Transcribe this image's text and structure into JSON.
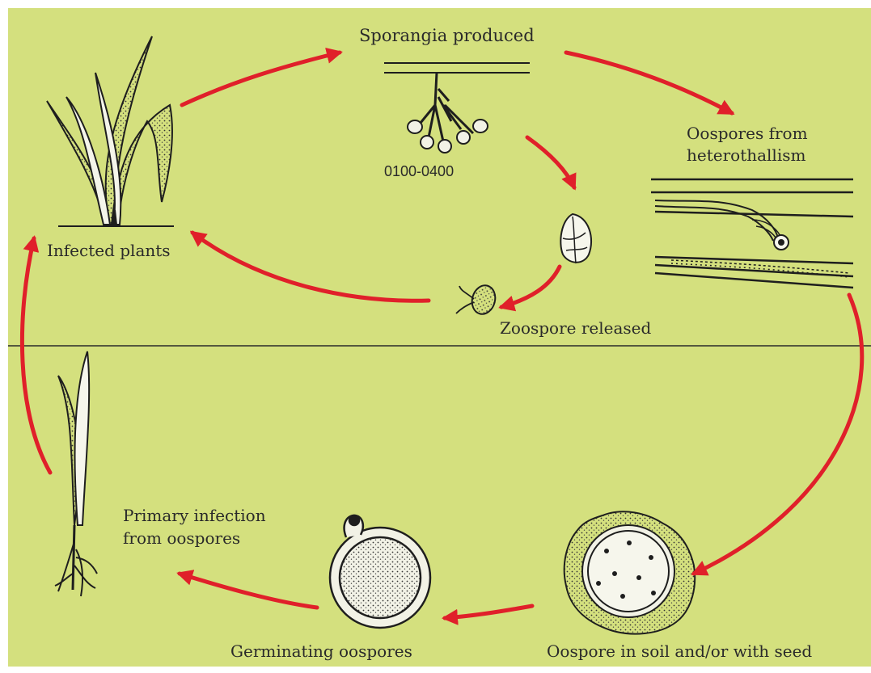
{
  "diagram": {
    "background": "#d4e07e",
    "arrow_color": "#e0202a",
    "ink_color": "#1e1e1e",
    "labels": {
      "sporangia": "Sporangia produced",
      "time": "0100-0400",
      "oospores_l1": "Oospores from",
      "oospores_l2": "heterothallism",
      "infected": "Infected plants",
      "zoospore": "Zoospore released",
      "primary_l1": "Primary infection",
      "primary_l2": "from oospores",
      "germinating": "Germinating oospores",
      "soil": "Oospore in soil and/or with seed"
    }
  }
}
